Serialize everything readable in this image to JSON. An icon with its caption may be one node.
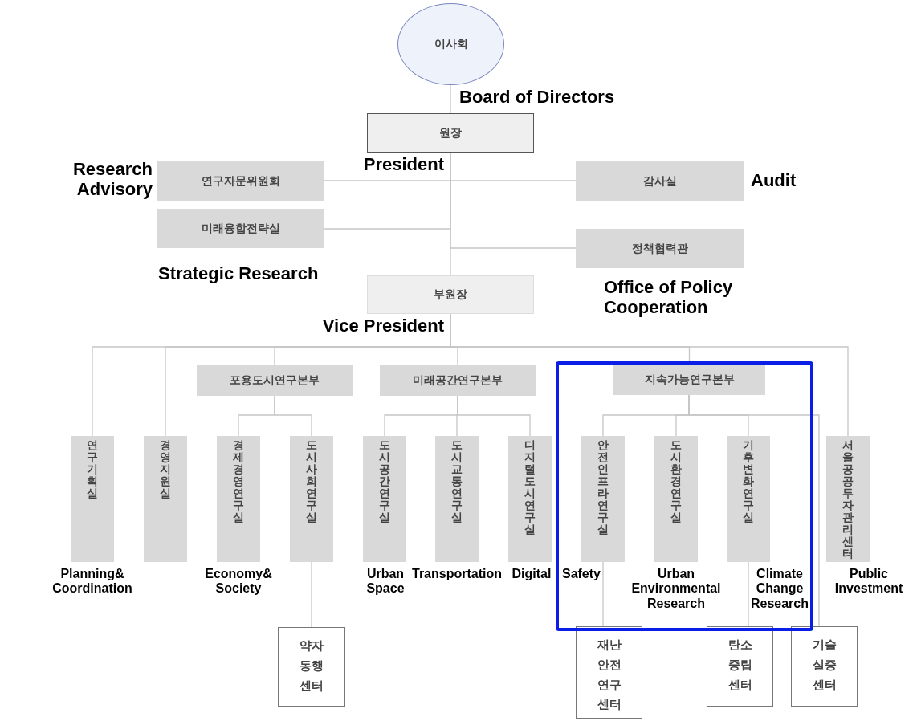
{
  "diagram": {
    "nodes": [
      {
        "text": [
          "이사회"
        ],
        "beside": [
          "Board of Directors"
        ]
      },
      {
        "text": [
          "원장"
        ],
        "beside": [
          "President"
        ]
      },
      {
        "text": [
          "연구자문위원회"
        ],
        "beside": [
          "Research Advisory"
        ]
      },
      {
        "text": [
          "감사실"
        ],
        "beside": [
          "Audit"
        ]
      },
      {
        "text": [
          "미래융합전략실"
        ],
        "beside": [
          "Strategic Research"
        ]
      },
      {
        "text": [
          "정책협력관"
        ],
        "beside": [
          "Office of Policy Cooperation"
        ]
      },
      {
        "text": [
          "부원장"
        ],
        "beside": [
          "Vice President"
        ]
      },
      {
        "text": [
          "포용도시연구본부"
        ]
      },
      {
        "text": [
          "미래공간연구본부"
        ]
      },
      {
        "text": [
          "지속가능연구본부"
        ]
      },
      {
        "text": [
          "연구기획실"
        ],
        "beside": [
          "Planning& Coordination"
        ]
      },
      {
        "text": [
          "경영지원실"
        ]
      },
      {
        "text": [
          "경제경영연구실"
        ],
        "beside": [
          "Economy& Society"
        ]
      },
      {
        "text": [
          "도시사회연구실"
        ]
      },
      {
        "text": [
          "도시공간연구실"
        ],
        "beside": [
          "Urban Space"
        ]
      },
      {
        "text": [
          "도시교통연구실"
        ],
        "beside": [
          "Transportation"
        ]
      },
      {
        "text": [
          "디지털도시연구실"
        ],
        "beside": [
          "Digital"
        ]
      },
      {
        "text": [
          "안전인프라연구실"
        ],
        "beside": [
          "Safety"
        ]
      },
      {
        "text": [
          "도시환경연구실"
        ],
        "beside": [
          "Urban Environmental Research"
        ]
      },
      {
        "text": [
          "기후변화연구실"
        ],
        "beside": [
          "Climate Change Research"
        ]
      },
      {
        "text": [
          "서울공공투자관리센터"
        ],
        "beside": [
          "Public Investment"
        ]
      },
      {
        "text": [
          "약자동행센터"
        ]
      },
      {
        "text": [
          "재난안전연구센터"
        ]
      },
      {
        "text": [
          "탄소중립센터"
        ]
      },
      {
        "text": [
          "기술실증센터"
        ]
      }
    ],
    "edges": [
      {
        "from": 0,
        "to": 1,
        "arrow": "none"
      },
      {
        "from": 1,
        "to": 2,
        "arrow": "none"
      },
      {
        "from": 1,
        "to": 3,
        "arrow": "none"
      },
      {
        "from": 1,
        "to": 4,
        "arrow": "none"
      },
      {
        "from": 1,
        "to": 5,
        "arrow": "none"
      },
      {
        "from": 1,
        "to": 6,
        "arrow": "none"
      },
      {
        "from": 6,
        "to": 10,
        "arrow": "none"
      },
      {
        "from": 6,
        "to": 11,
        "arrow": "none"
      },
      {
        "from": 6,
        "to": 7,
        "arrow": "none"
      },
      {
        "from": 6,
        "to": 8,
        "arrow": "none"
      },
      {
        "from": 6,
        "to": 9,
        "arrow": "none"
      },
      {
        "from": 6,
        "to": 20,
        "arrow": "none"
      },
      {
        "from": 7,
        "to": 12,
        "arrow": "none"
      },
      {
        "from": 7,
        "to": 13,
        "arrow": "none"
      },
      {
        "from": 8,
        "to": 14,
        "arrow": "none"
      },
      {
        "from": 8,
        "to": 15,
        "arrow": "none"
      },
      {
        "from": 8,
        "to": 16,
        "arrow": "none"
      },
      {
        "from": 9,
        "to": 17,
        "arrow": "none"
      },
      {
        "from": 9,
        "to": 18,
        "arrow": "none"
      },
      {
        "from": 9,
        "to": 19,
        "arrow": "none"
      },
      {
        "from": 9,
        "to": 24,
        "arrow": "none"
      },
      {
        "from": 13,
        "to": 21,
        "arrow": "none"
      },
      {
        "from": 17,
        "to": 22,
        "arrow": "none"
      },
      {
        "from": 19,
        "to": 23,
        "arrow": "none"
      }
    ]
  }
}
